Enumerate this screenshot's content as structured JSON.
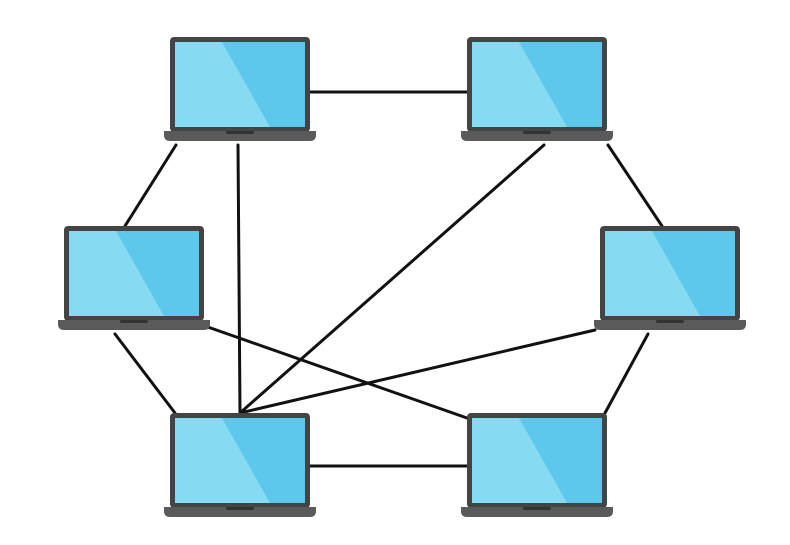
{
  "diagram": {
    "type": "network-topology",
    "node_icon": "laptop-icon",
    "nodes": [
      {
        "id": "top-left"
      },
      {
        "id": "top-right"
      },
      {
        "id": "middle-left"
      },
      {
        "id": "middle-right"
      },
      {
        "id": "bottom-left"
      },
      {
        "id": "bottom-right"
      }
    ],
    "links": [
      {
        "from": "top-left",
        "to": "top-right"
      },
      {
        "from": "top-left",
        "to": "middle-left"
      },
      {
        "from": "top-left",
        "to": "bottom-left"
      },
      {
        "from": "top-right",
        "to": "middle-right"
      },
      {
        "from": "top-right",
        "to": "bottom-left"
      },
      {
        "from": "middle-left",
        "to": "bottom-left"
      },
      {
        "from": "middle-left",
        "to": "bottom-right"
      },
      {
        "from": "middle-right",
        "to": "bottom-left"
      },
      {
        "from": "middle-right",
        "to": "bottom-right"
      },
      {
        "from": "bottom-left",
        "to": "bottom-right"
      }
    ],
    "colors": {
      "link": "#111111",
      "laptop_frame": "#444444",
      "laptop_base": "#5a5a5a",
      "screen": "#5ec8ec",
      "screen_highlight": "#86dbf3",
      "trackpad_notch": "#333333"
    }
  }
}
